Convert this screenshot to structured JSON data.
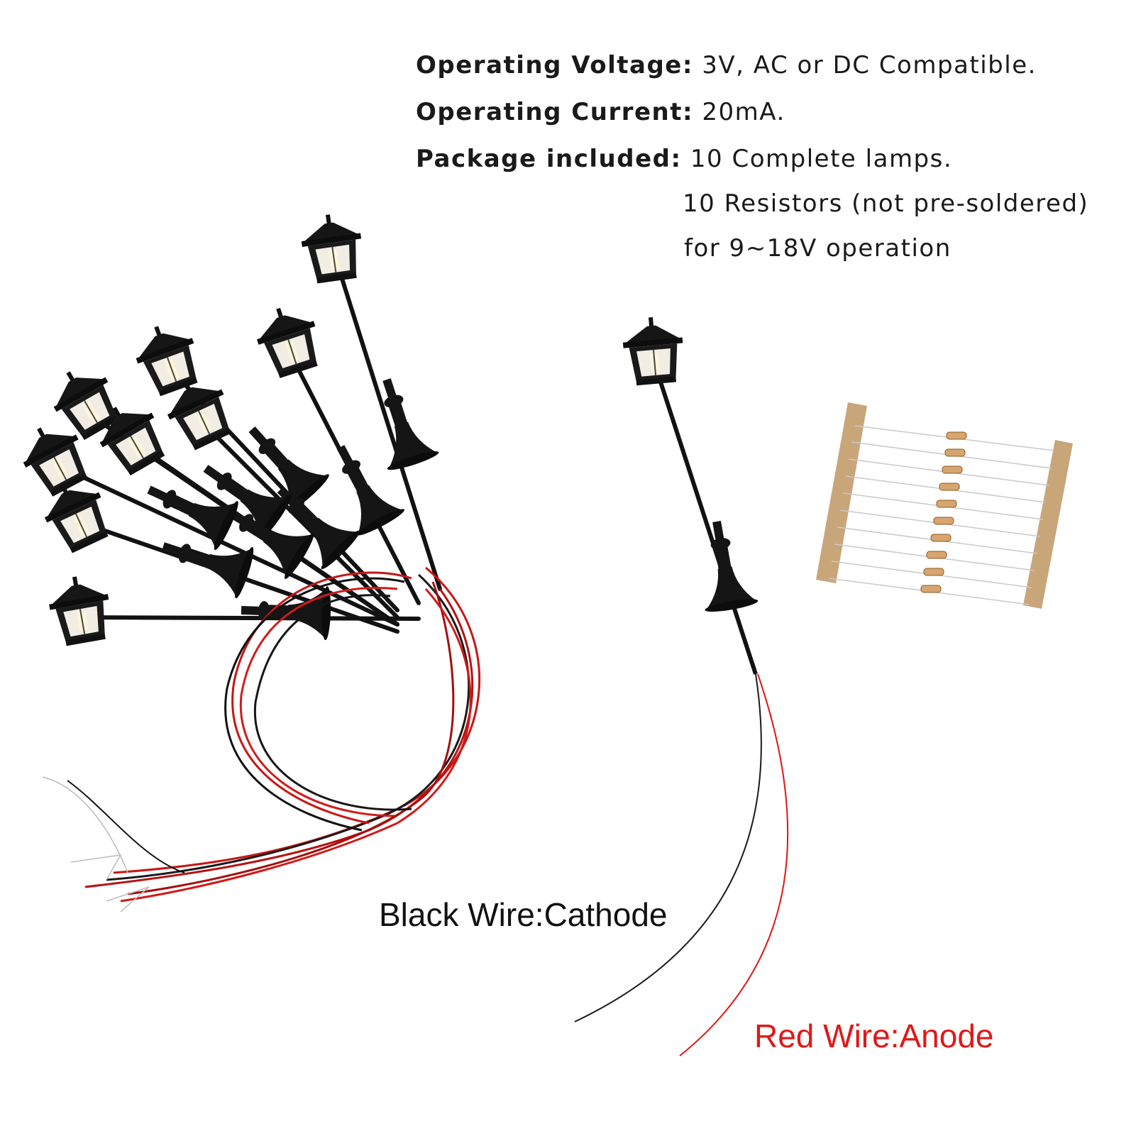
{
  "specs": {
    "voltage_label": "Operating Voltage:",
    "voltage_value": "3V, AC or DC Compatible.",
    "current_label": "Operating Current:",
    "current_value": "20mA.",
    "package_label": "Package included:",
    "package_line1": "10 Complete lamps.",
    "package_line2": "10 Resistors (not pre-soldered)",
    "package_line3": "for 9~18V operation"
  },
  "callouts": {
    "black_wire": "Black Wire:Cathode",
    "red_wire": "Red Wire:Anode"
  },
  "colors": {
    "text": "#1a1a1a",
    "anode_text": "#e01818",
    "lamp_body": "#141414",
    "red_wire": "#d61a1a",
    "tape": "#c9a57a"
  }
}
